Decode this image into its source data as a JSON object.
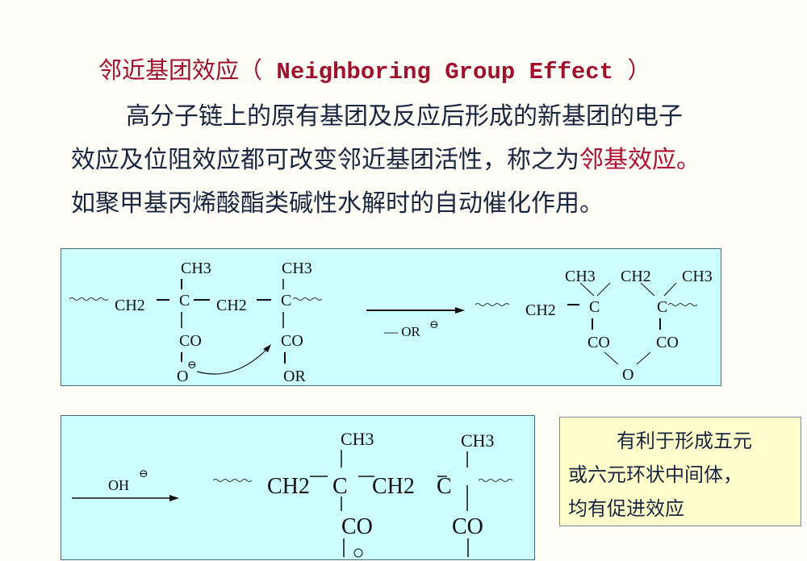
{
  "title": {
    "zh": "邻近基团效应（",
    "en": " Neighboring Group Effect ",
    "close": "）"
  },
  "paragraph": {
    "line1": "高分子链上的原有基团及反应后形成的新基团的电子",
    "line2_a": "效应及位阻效应都可改变邻近基团活性，称之为",
    "line2_highlight": "邻基效应",
    "line2_end": "。",
    "line3": "如聚甲基丙烯酸酯类碱性水解时的自动催化作用。"
  },
  "colors": {
    "background": "#fffef6",
    "title_red": "#a0102a",
    "diagram_box": "#ccffff",
    "note_box": "#ffffcc",
    "text": "#1a2640"
  },
  "scheme1": {
    "reactant": {
      "chain_left": "CH2",
      "c1": "C",
      "c1_top": "CH3",
      "c1_bottom": "CO",
      "c1_o": "O",
      "c1_charge": "⊖",
      "chain_mid": "CH2",
      "c2": "C",
      "c2_top": "CH3",
      "c2_bottom": "CO",
      "c2_o": "OR"
    },
    "arrow_label": "— OR",
    "arrow_charge": "⊖",
    "product": {
      "chain_left": "CH2",
      "c1": "C",
      "c1_top": "CH3",
      "bridge": "CH2",
      "c2": "C",
      "c2_top": "CH3",
      "co1": "CO",
      "co2": "CO",
      "ring_o": "O"
    }
  },
  "scheme2": {
    "arrow_label": "OH",
    "arrow_charge": "⊖",
    "chain_left": "CH2",
    "c1": "C",
    "c1_top": "CH3",
    "c1_bottom": "CO",
    "chain_mid": "CH2",
    "c2": "C",
    "c2_top": "CH3",
    "c2_bottom": "CO"
  },
  "note": {
    "line1": "有利于形成五元",
    "line2": "或六元环状中间体，",
    "line3": "均有促进效应"
  }
}
